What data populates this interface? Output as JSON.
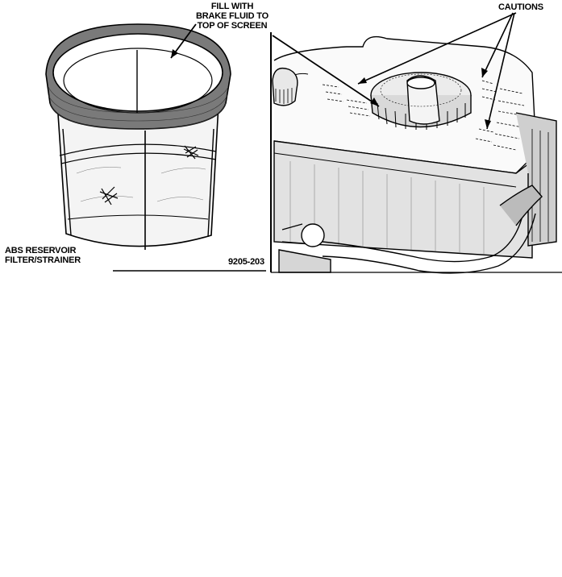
{
  "labels": {
    "fill_line1": "FILL WITH",
    "fill_line2": "BRAKE FLUID TO",
    "fill_line3": "TOP OF SCREEN",
    "cautions": "CAUTIONS",
    "abs_line1": "ABS RESERVOIR",
    "abs_line2": "FILTER/STRAINER",
    "figure_number": "9205-203"
  }
}
